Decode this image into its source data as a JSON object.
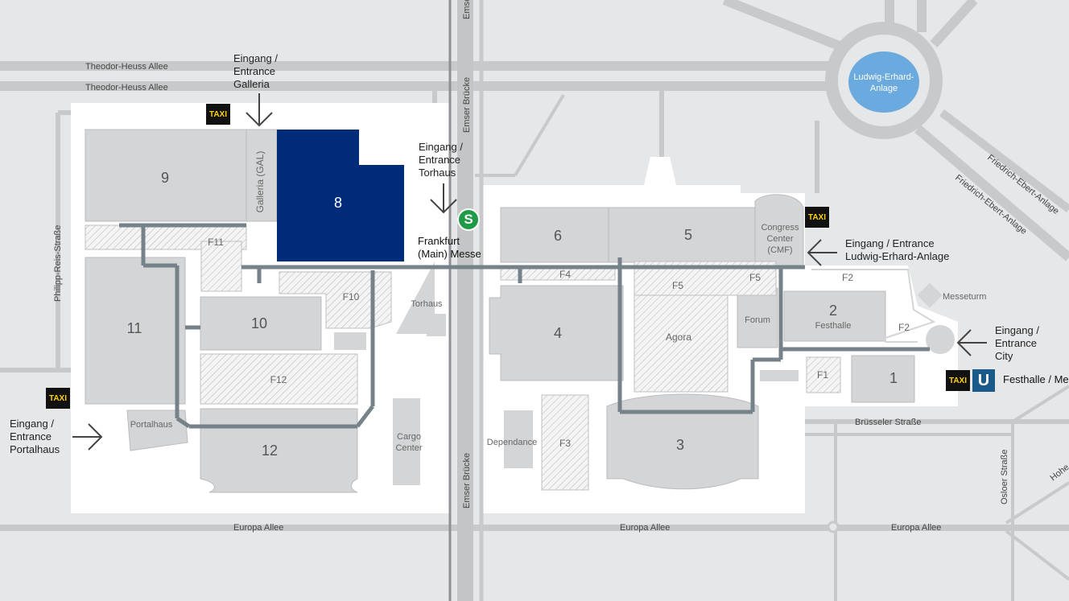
{
  "map": {
    "streets": {
      "theodor_heuss_1": "Theodor-Heuss Allee",
      "theodor_heuss_2": "Theodor-Heuss Allee",
      "emser_bruecke_top": "Emser",
      "emser_bruecke_mid": "Emser Brücke",
      "emser_bruecke_bottom": "Emser Brücke",
      "philipp_reis": "Philipp-Reis-Straße",
      "europa_allee_1": "Europa Allee",
      "europa_allee_2": "Europa Allee",
      "europa_allee_3": "Europa Allee",
      "bruesseler": "Brüsseler Straße",
      "osloer": "Osloer Straße",
      "friedrich_ebert_1": "Friedrich-Ebert-Anlage",
      "friedrich_ebert_2": "Friedrich-Ebert-Anlage",
      "hohe": "Hohe"
    },
    "roundabout": "Ludwig-Erhard-\nAnlage",
    "halls": {
      "h9": "9",
      "h8": "8",
      "h6": "6",
      "h5": "5",
      "h4": "4",
      "h2": "2",
      "h1": "1",
      "h3": "3",
      "h10": "10",
      "h11": "11",
      "h12": "12"
    },
    "areas": {
      "galleria": "Galleria (GAL)",
      "f11": "F11",
      "f10": "F10",
      "f12": "F12",
      "f4": "F4",
      "f5a": "F5",
      "f5b": "F5",
      "f2a": "F2",
      "f2b": "F2",
      "f1": "F1",
      "f3": "F3",
      "torhaus": "Torhaus",
      "agora": "Agora",
      "forum": "Forum",
      "festhalle": "Festhalle",
      "messeturm": "Messeturm",
      "portalhaus": "Portalhaus",
      "cargo_center": "Cargo\nCenter",
      "dependance": "Dependance",
      "congress_center": "Congress\nCenter\n(CMF)"
    },
    "entrances": {
      "galleria": "Eingang /\nEntrance\nGalleria",
      "torhaus": "Eingang /\nEntrance\nTorhaus",
      "ludwig": "Eingang / Entrance\nLudwig-Erhard-Anlage",
      "city": "Eingang /\nEntrance\nCity",
      "portalhaus": "Eingang /\nEntrance\nPortalhaus"
    },
    "stations": {
      "s_bahn": "S",
      "s_bahn_name": "Frankfurt\n(Main) Messe",
      "u_bahn": "U",
      "u_bahn_name": "Festhalle / Me"
    },
    "taxi_label": "TAXI",
    "colors": {
      "highlight_hall": "#002b79",
      "hall": "#d4d5d6",
      "ground": "#e6e7e8",
      "fairground": "#ffffff",
      "walkway": "#76828a",
      "roundabout_fill": "#6aaade"
    }
  }
}
